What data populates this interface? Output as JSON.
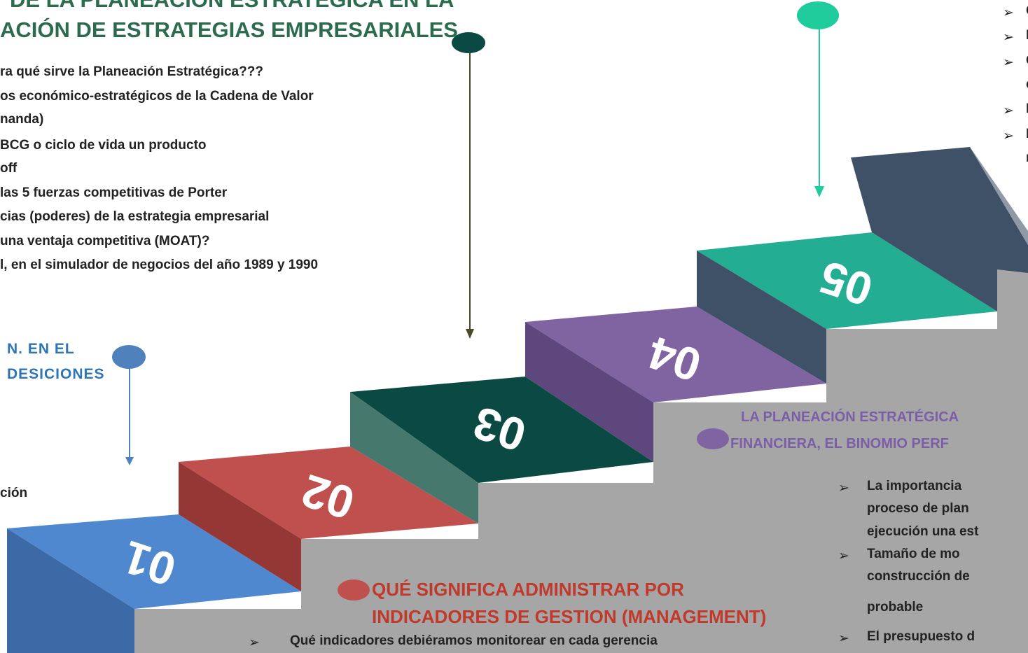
{
  "section_top_left": {
    "title_line1": "DE LA  PLANEACIÓN ESTRATÉGICA EN LA",
    "title_line2": "ACIÓN DE ESTRATEGIAS EMPRESARIALES",
    "items": [
      "ra qué sirve la Planeación Estratégica???",
      "os económico-estratégicos de la Cadena de Valor",
      "nanda)",
      "BCG o ciclo de vida un producto",
      "off",
      "las 5 fuerzas competitivas de Porter",
      "cias (poderes)  de la estrategia empresarial",
      "una ventaja competitiva (MOAT)?",
      "l, en el simulador de negocios del año 1989 y 1990"
    ]
  },
  "section_left": {
    "title_line1": "N.  EN  EL",
    "title_line2": "DESICIONES",
    "fragment": "ción"
  },
  "section_purple": {
    "title_line1": "LA PLANEACIÓN ESTRATÉGICA",
    "title_line2": "FINANCIERA, EL BINOMIO PERF",
    "items": [
      "La  importancia",
      "proceso  de  plan",
      "ejecución una est",
      "Tamaño  de  mo",
      "construcción  de",
      "probable",
      "El presupuesto d"
    ]
  },
  "section_red": {
    "title_line1": "QUÉ SIGNIFICA ADMINISTRAR POR",
    "title_line2": "INDICADORES DE GESTION (MANAGEMENT)",
    "items": [
      "Qué  indicadores  debiéramos  monitorear  en  cada  gerencia"
    ]
  },
  "section_top_right": {
    "items": [
      "C",
      "I",
      "C",
      "c",
      "I",
      "I",
      "r"
    ]
  },
  "steps": [
    "01",
    "02",
    "03",
    "04",
    "05"
  ],
  "bullet_symbol": "➢",
  "colors": {
    "step1": "#4f88cf",
    "step2": "#c0504d",
    "step3": "#0b4a42",
    "step4": "#8064a2",
    "step5": "#23ad93",
    "top": "#3f5167",
    "rail": "#a6a6a6",
    "dot_blue": "#4f81bd",
    "dot_red": "#c0504d",
    "dot_darkgreen": "#0b4a42",
    "dot_purple": "#8064a2",
    "dot_teal": "#1fcc9b"
  }
}
